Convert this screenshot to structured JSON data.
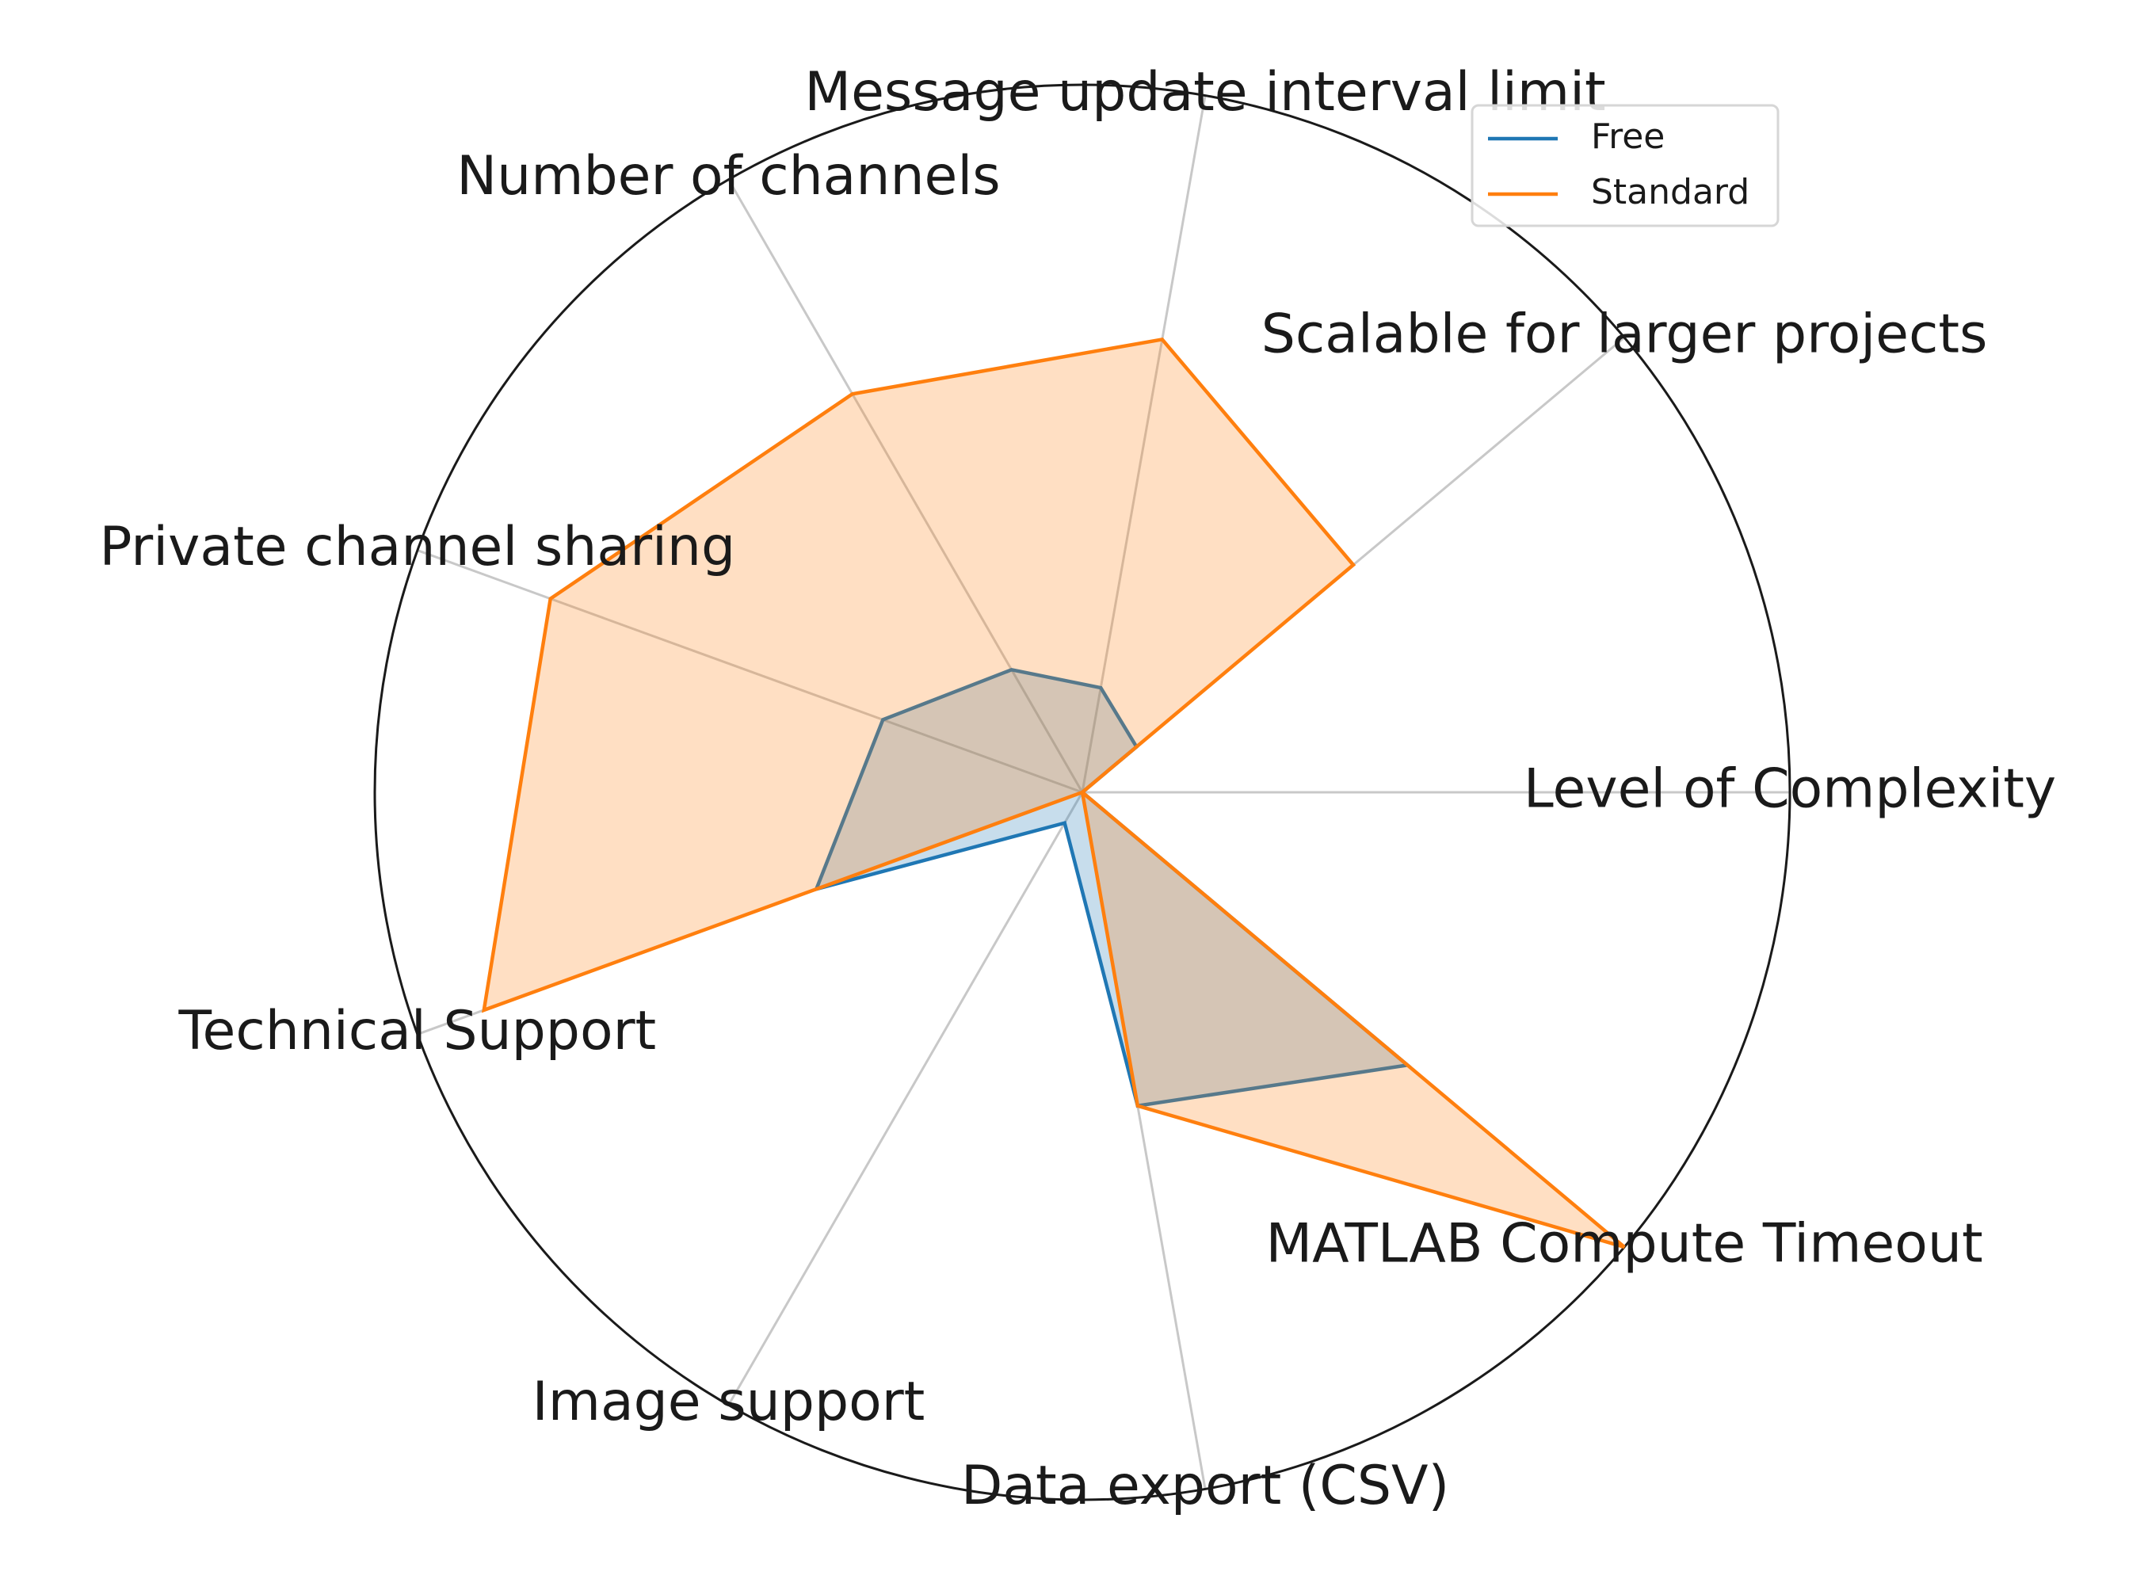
{
  "chart_data": {
    "type": "radar",
    "title": "",
    "categories": [
      "Level of Complexity",
      "Scalable for larger projects",
      "Message update interval limit",
      "Number of channels",
      "Private channel sharing",
      "Technical Support",
      "Image support",
      "Data export (CSV)",
      "MATLAB Compute Timeout"
    ],
    "rlim": [
      0,
      10
    ],
    "grid": true,
    "legend_position": "top-right",
    "series": [
      {
        "name": "Free",
        "color": "#1f77b4",
        "values": [
          0,
          1,
          1.5,
          2,
          3,
          4,
          0.5,
          4.5,
          6
        ]
      },
      {
        "name": "Standard",
        "color": "#ff7f0e",
        "values": [
          0,
          5,
          6.5,
          6.5,
          8,
          9,
          0,
          4.5,
          10
        ]
      }
    ]
  }
}
